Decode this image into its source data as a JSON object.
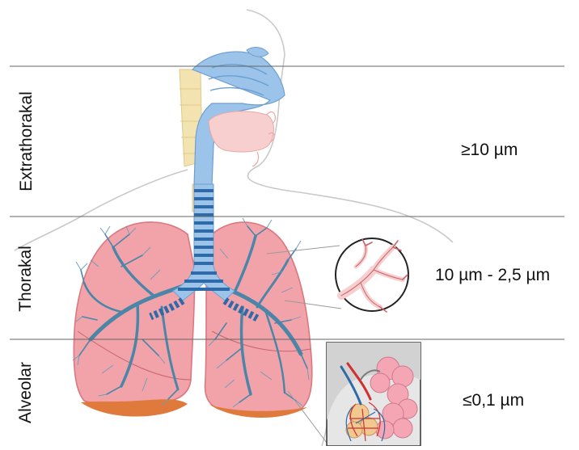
{
  "zones": [
    {
      "id": "extrathorakal",
      "label": "Extrathorakal",
      "size": "≥10 µm"
    },
    {
      "id": "thorakal",
      "label": "Thorakal",
      "size": "10 µm - 2,5 µm"
    },
    {
      "id": "alveolar",
      "label": "Alveolar",
      "size": "≤0,1 µm"
    }
  ],
  "colors": {
    "airway": "#9cc4ea",
    "airway_ring": "#2f6aa8",
    "lung": "#f2a3aa",
    "lung_edge": "#d9787f",
    "bronchial_tree": "#4b86a8",
    "diaphragm": "#e07a3c",
    "bone": "#f3e3b0",
    "tissue": "#f7cfcf",
    "divider": "#666666"
  },
  "icons": [
    "bronchiole-magnifier-icon",
    "alveoli-inset-icon"
  ]
}
